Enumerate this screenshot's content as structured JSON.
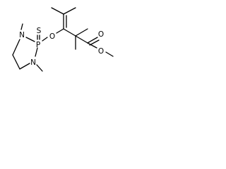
{
  "molecule": {
    "atoms": {
      "ester_oxygen_carbonyl": "O",
      "ester_oxygen_single": "O",
      "enol_oxygen": "O",
      "thione_sulfur": "S",
      "phosphorus": "P",
      "nitrogen_upper": "N",
      "nitrogen_lower": "N"
    }
  }
}
